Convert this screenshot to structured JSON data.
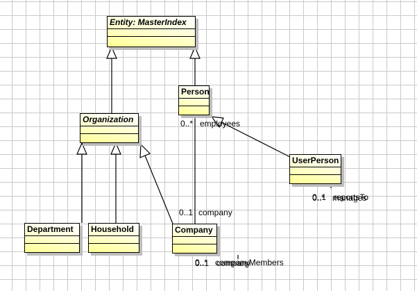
{
  "diagram": {
    "type": "uml-class-diagram",
    "classes": [
      {
        "name": "Entity: MasterIndex",
        "abstract": true
      },
      {
        "name": "Person",
        "abstract": false
      },
      {
        "name": "Organization",
        "abstract": true
      },
      {
        "name": "UserPerson",
        "abstract": false
      },
      {
        "name": "Department",
        "abstract": false
      },
      {
        "name": "Household",
        "abstract": false
      },
      {
        "name": "Company",
        "abstract": false
      }
    ],
    "labels": {
      "employees": {
        "mult": "0..*",
        "role": "employees"
      },
      "company": {
        "mult": "0..1",
        "role": "company"
      },
      "manages": {
        "mult": "0..*",
        "role": "manages"
      },
      "reportsTo": {
        "mult": "0..1",
        "role": "reportsTo"
      },
      "companyMembers": {
        "mult": "0..*",
        "role": "companyMembers"
      },
      "companyAtMembers": {
        "mult": "0..1",
        "role": "company"
      }
    },
    "relationships": [
      {
        "from": "Organization",
        "to": "Entity: MasterIndex",
        "type": "generalization"
      },
      {
        "from": "Person",
        "to": "Entity: MasterIndex",
        "type": "generalization"
      },
      {
        "from": "Department",
        "to": "Organization",
        "type": "generalization"
      },
      {
        "from": "Household",
        "to": "Organization",
        "type": "generalization"
      },
      {
        "from": "Company",
        "to": "Organization",
        "type": "generalization"
      },
      {
        "from": "UserPerson",
        "to": "Person",
        "type": "generalization"
      },
      {
        "from": "Company",
        "to": "Person",
        "type": "association",
        "roles": [
          "company 0..1",
          "employees 0..*"
        ]
      },
      {
        "from": "UserPerson",
        "to": "UserPerson",
        "type": "association",
        "roles": [
          "manages 0..*",
          "reportsTo 0..1"
        ]
      },
      {
        "from": "Company",
        "to": "UserPerson",
        "type": "association",
        "roles": [
          "company 0..1",
          "companyMembers 0..*"
        ]
      }
    ],
    "colors": {
      "class_fill_top": "#ffffff",
      "class_fill_bottom": "#ffff94",
      "class_border": "#000000",
      "shadow": "#bdbdbd",
      "grid_line": "#c9c9c9",
      "canvas_bg": "#ffffff",
      "text": "#000000"
    }
  }
}
